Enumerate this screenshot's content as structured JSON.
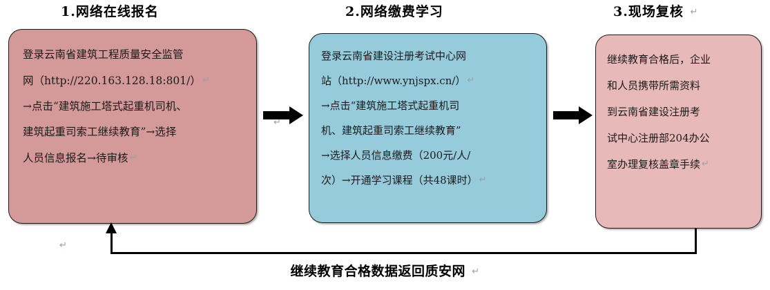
{
  "diagram": {
    "title_caption": "继续教育合格数据返回质安网",
    "pilcrow_glyph": "↵",
    "colors": {
      "box_pink": "#d49999",
      "box_blue": "#96cbdc",
      "box_light_pink": "#e8b9b9",
      "outline": "#1a1a1a",
      "arrow": "#000000",
      "text": "#1a1a1a",
      "background": "#ffffff"
    },
    "headers": [
      {
        "id": "header-1",
        "label": "1.网络在线报名"
      },
      {
        "id": "header-2",
        "label": "2.网络缴费学习"
      },
      {
        "id": "header-3",
        "label": "3.现场复核"
      }
    ],
    "boxes": [
      {
        "id": "box-1",
        "step": 1,
        "fill": "#d49999",
        "lines": [
          "登录云南省建筑工程质量安全监管",
          "网（http://220.163.128.18:801/）",
          "→点击“建筑施工塔式起重机司机、",
          "建筑起重司索工继续教育”→选择",
          "人员信息报名→待审核"
        ],
        "url": "http://220.163.128.18:801/"
      },
      {
        "id": "box-2",
        "step": 2,
        "fill": "#96cbdc",
        "lines": [
          "登录云南省建设注册考试中心网",
          "站（http://www.ynjspx.cn/）",
          "→点击“建筑施工塔式起重机司",
          "机、建筑起重司索工继续教育”",
          "→选择人员信息缴费（200元/人/",
          "次）→开通学习课程（共48课时）"
        ],
        "url": "http://www.ynjspx.cn/",
        "fee": "200元/人/次",
        "course_hours": "共48课时"
      },
      {
        "id": "box-3",
        "step": 3,
        "fill": "#e8b9b9",
        "lines": [
          "继续教育合格后，企业",
          "和人员携带所需资料",
          "到云南省建设注册考",
          "试中心注册部204办公",
          "室办理复核盖章手续"
        ],
        "office": "204办公室"
      }
    ],
    "arrows": [
      {
        "id": "arrow-1-2",
        "from": "box-1",
        "to": "box-2",
        "direction": "right"
      },
      {
        "id": "arrow-2-3",
        "from": "box-2",
        "to": "box-3",
        "direction": "right"
      }
    ],
    "feedback_path": {
      "id": "feedback-loop",
      "from": "box-3",
      "to": "box-1",
      "label": "继续教育合格数据返回质安网",
      "direction": "up"
    }
  }
}
